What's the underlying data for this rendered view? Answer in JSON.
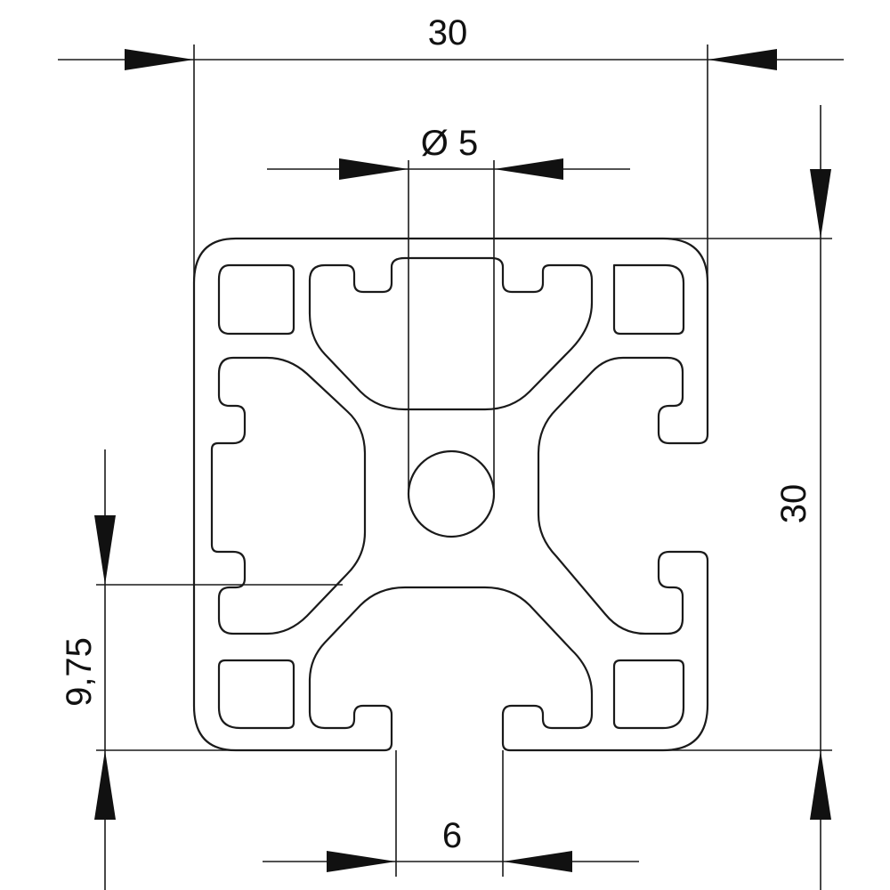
{
  "dimensions": {
    "width_top": "30",
    "height_right": "30",
    "bore": "Ø 5",
    "slot_width": "6",
    "offset_left": "9,75"
  }
}
